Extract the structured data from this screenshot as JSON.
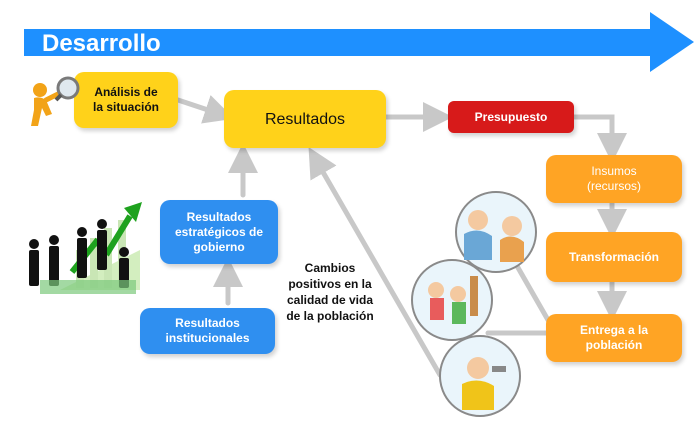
{
  "banner": {
    "title": "Desarrollo",
    "color": "#1e90ff"
  },
  "nodes": {
    "analisis": "Análisis de\nla situación",
    "resultados": "Resultados",
    "presupuesto": "Presupuesto",
    "insumos": "Insumos\n(recursos)",
    "transformacion": "Transformación",
    "entrega": "Entrega a la\npoblación",
    "estrategicos": "Resultados\nestratégicos de\ngobierno",
    "institucionales": "Resultados\ninstitucionales",
    "cambios": "Cambios\npositivos en la\ncalidad de vida\nde la población"
  },
  "colors": {
    "yellow": "#ffd21a",
    "red": "#d71a1a",
    "orange": "#ffa424",
    "blue": "#2f8ff0",
    "arrow": "#c8c8c8"
  },
  "illustrations": [
    "magnifier-figure-icon",
    "business-people-growth-icon",
    "population-portraits-icon"
  ]
}
